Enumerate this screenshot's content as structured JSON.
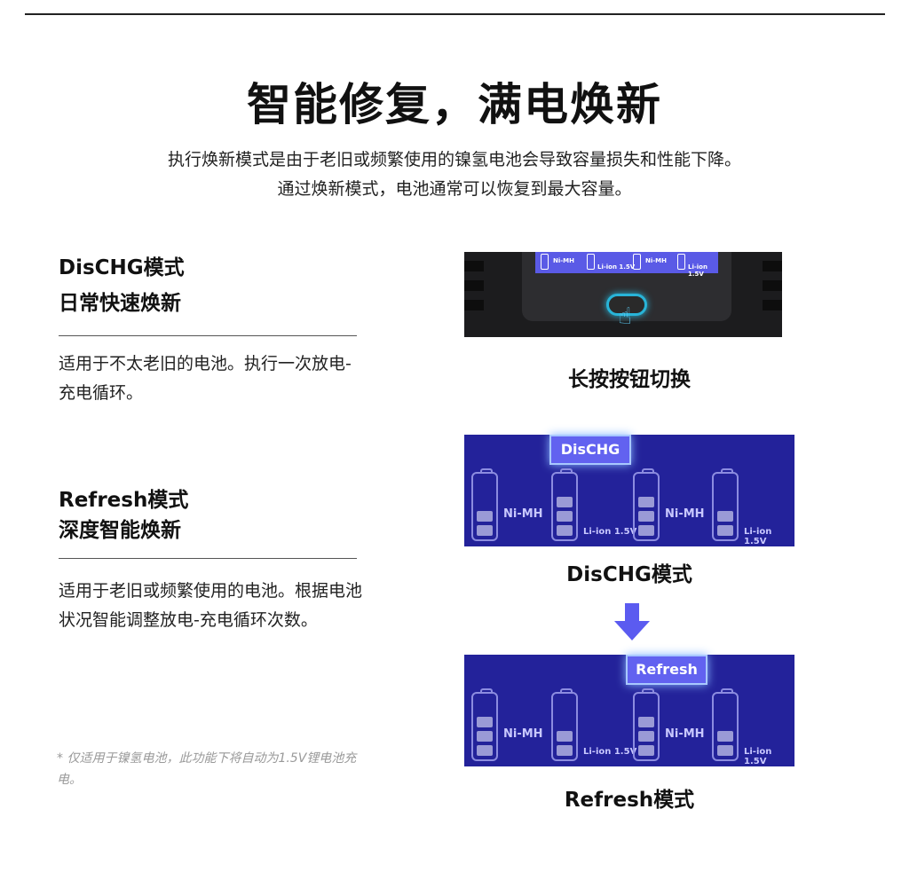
{
  "title": "智能修复，满电焕新",
  "subtitle": [
    "执行焕新模式是由于老旧或频繁使用的镍氢电池会导致容量损失和性能下降。",
    "通过焕新模式，电池通常可以恢复到最大容量。"
  ],
  "sections": [
    {
      "heading": [
        "DisCHG模式",
        "日常快速焕新"
      ],
      "text": "适用于不太老旧的电池。执行一次放电-充电循环。"
    },
    {
      "heading": [
        "Refresh模式",
        "深度智能焕新"
      ],
      "text": "适用于老旧或频繁使用的电池。根据电池状况智能调整放电-充电循环次数。"
    }
  ],
  "note": "* 仅适用于镍氢电池，此功能下将自动为1.5V锂电池充电。",
  "device": {
    "caption": "长按按钮切换",
    "labels": [
      "Ni-MH",
      "Li-ion 1.5V",
      "Ni-MH",
      "Li-ion 1.5V"
    ]
  },
  "panels": [
    {
      "mode": "DisCHG",
      "caption": "DisCHG模式",
      "batteries": [
        {
          "label": "Ni-MH",
          "bars": 2
        },
        {
          "label": "Li-ion 1.5V",
          "bars": 3
        },
        {
          "label": "Ni-MH",
          "bars": 3
        },
        {
          "label": "Li-ion 1.5V",
          "bars": 2
        }
      ]
    },
    {
      "mode": "Refresh",
      "caption": "Refresh模式",
      "batteries": [
        {
          "label": "Ni-MH",
          "bars": 3
        },
        {
          "label": "Li-ion 1.5V",
          "bars": 2
        },
        {
          "label": "Ni-MH",
          "bars": 3
        },
        {
          "label": "Li-ion 1.5V",
          "bars": 2
        }
      ]
    }
  ],
  "colors": {
    "panel": "#23229a",
    "highlight": "#6262f0",
    "arrow": "#5b5bf0"
  }
}
